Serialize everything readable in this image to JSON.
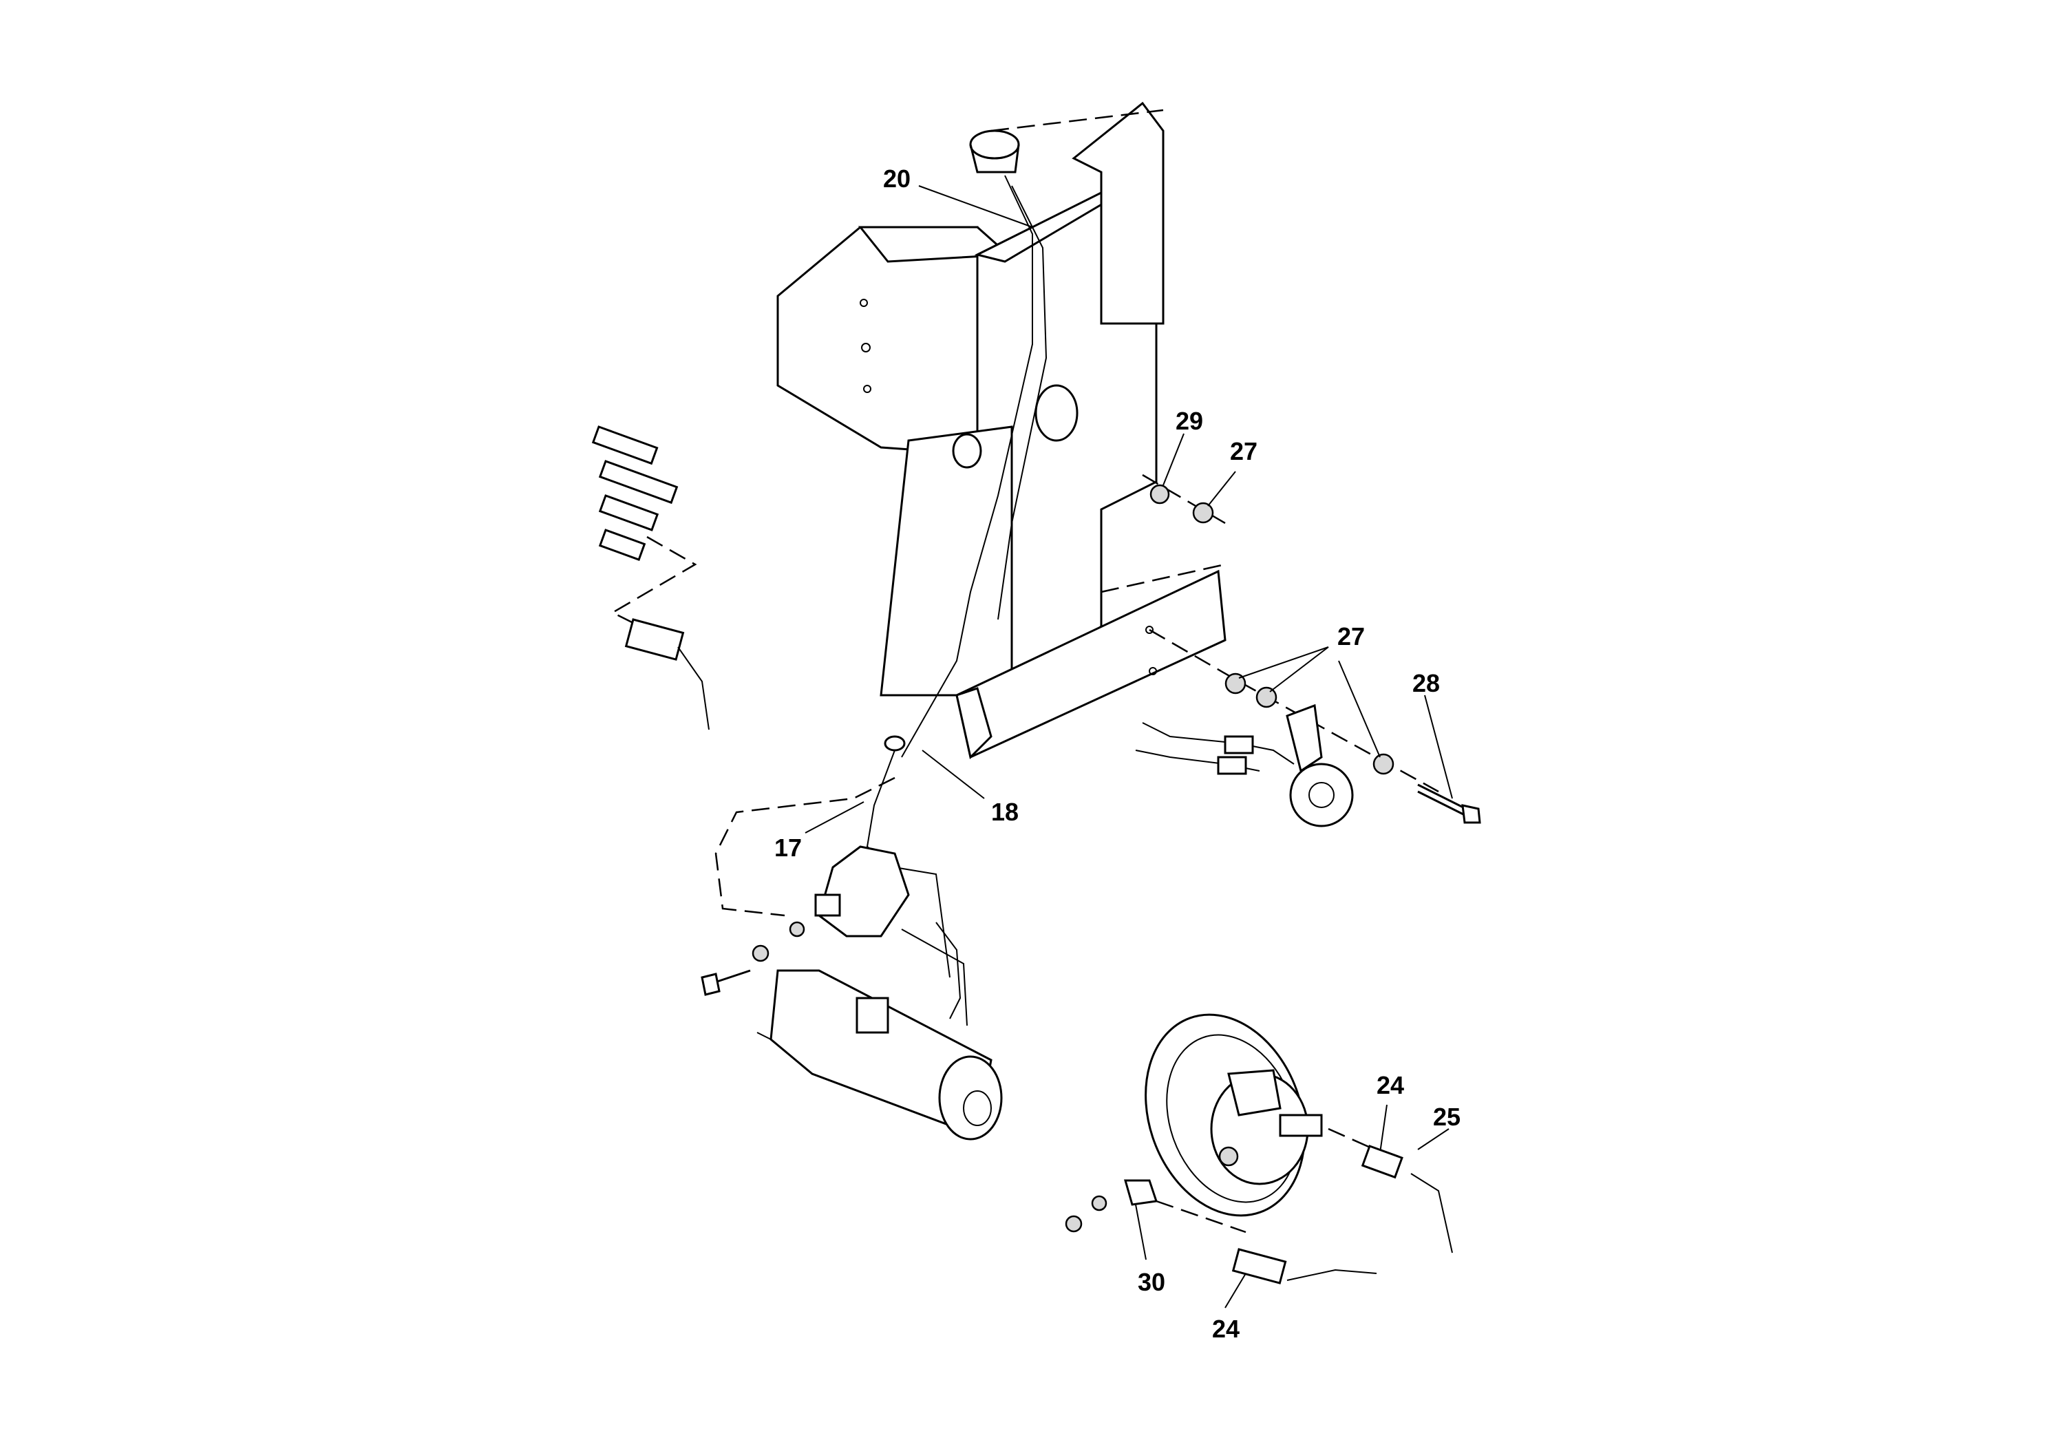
{
  "diagram": {
    "callouts": [
      {
        "id": "c20",
        "label": "20"
      },
      {
        "id": "c29",
        "label": "29"
      },
      {
        "id": "c27a",
        "label": "27"
      },
      {
        "id": "c27b",
        "label": "27"
      },
      {
        "id": "c28",
        "label": "28"
      },
      {
        "id": "c18",
        "label": "18"
      },
      {
        "id": "c17",
        "label": "17"
      },
      {
        "id": "c24a",
        "label": "24"
      },
      {
        "id": "c25",
        "label": "25"
      },
      {
        "id": "c30",
        "label": "30"
      },
      {
        "id": "c24b",
        "label": "24"
      }
    ]
  }
}
